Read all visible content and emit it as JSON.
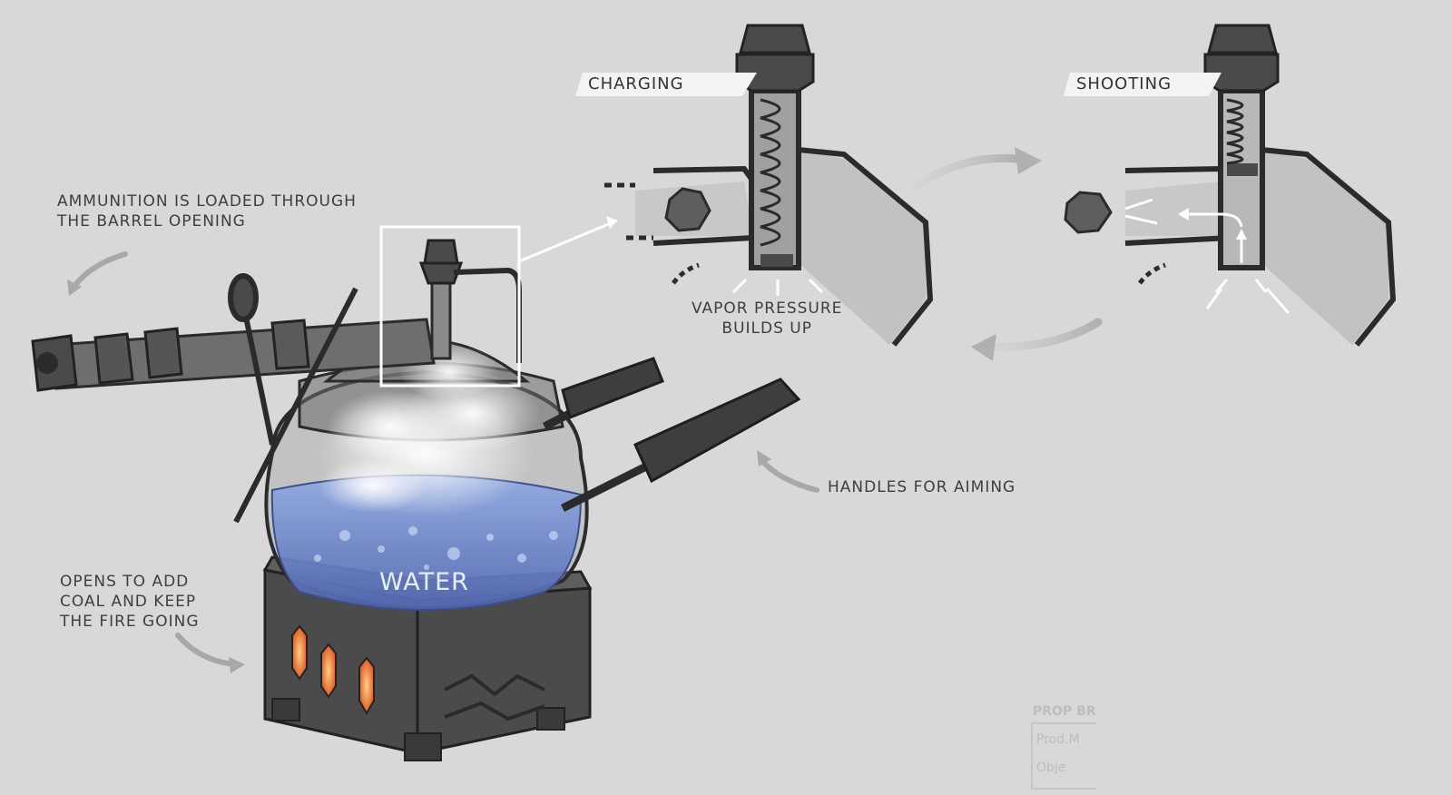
{
  "labels": {
    "charging": "CHARGING",
    "shooting": "SHOOTING",
    "ammo": "AMMUNITION IS LOADED THROUGH\nTHE BARREL OPENING",
    "vapor": "VAPOR PRESSURE\nBUILDS UP",
    "handles": "HANDLES FOR AIMING",
    "opens": "OPENS TO ADD\nCOAL AND KEEP\nTHE FIRE GOING",
    "water": "WATER"
  },
  "prop_brief": {
    "heading": "PROP BR",
    "row1": "Prod.M",
    "row2": "Obje"
  },
  "colors": {
    "background": "#d8d8d8",
    "metal_dark": "#4a4a4a",
    "metal_mid": "#6e6e6e",
    "steam": "#f2f2f2",
    "water": "#6b86c9",
    "fire": "#e05a12"
  }
}
